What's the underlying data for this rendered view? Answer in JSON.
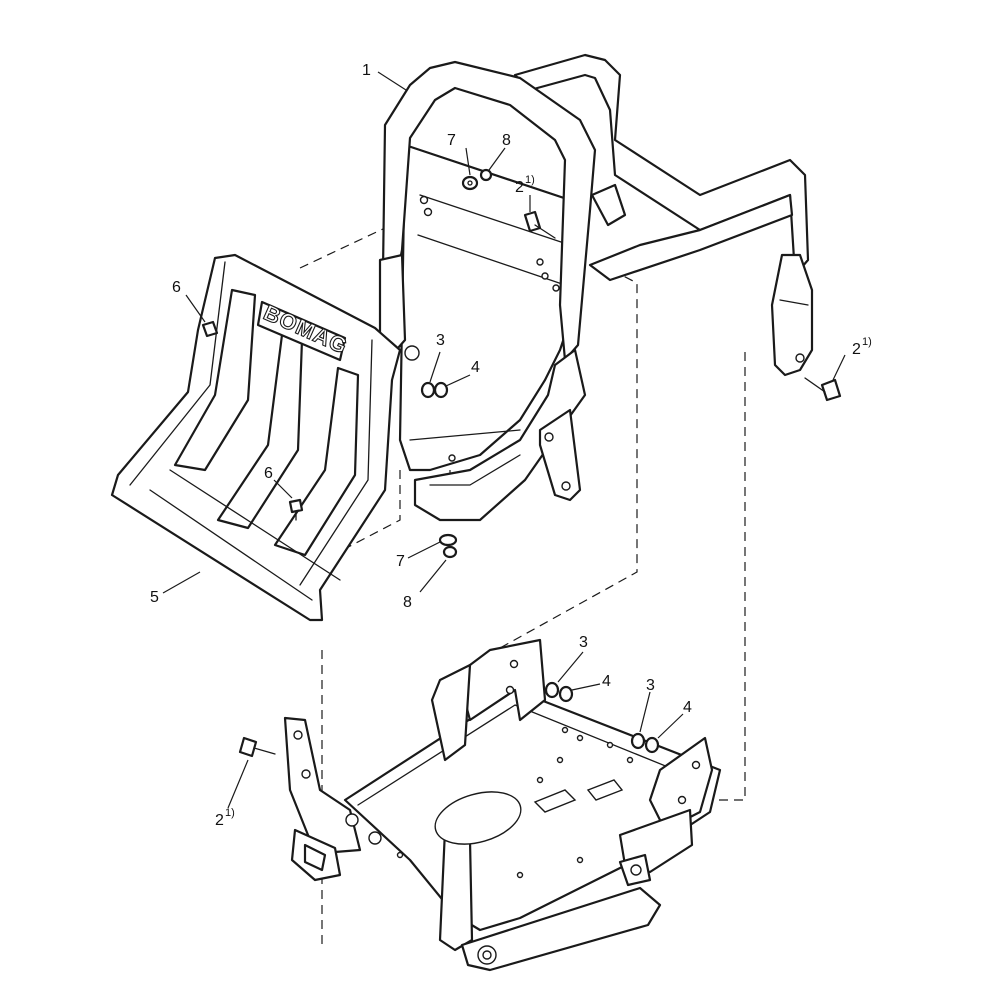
{
  "diagram": {
    "logo_text": "BOMAG",
    "callouts": [
      {
        "id": "c1",
        "label": "1",
        "sup": ""
      },
      {
        "id": "c2a",
        "label": "2",
        "sup": "1)"
      },
      {
        "id": "c2b",
        "label": "2",
        "sup": "1)"
      },
      {
        "id": "c2c",
        "label": "2",
        "sup": "1)"
      },
      {
        "id": "c3a",
        "label": "3",
        "sup": ""
      },
      {
        "id": "c3b",
        "label": "3",
        "sup": ""
      },
      {
        "id": "c3c",
        "label": "3",
        "sup": ""
      },
      {
        "id": "c4a",
        "label": "4",
        "sup": ""
      },
      {
        "id": "c4b",
        "label": "4",
        "sup": ""
      },
      {
        "id": "c4c",
        "label": "4",
        "sup": ""
      },
      {
        "id": "c5",
        "label": "5",
        "sup": ""
      },
      {
        "id": "c6a",
        "label": "6",
        "sup": ""
      },
      {
        "id": "c6b",
        "label": "6",
        "sup": ""
      },
      {
        "id": "c7a",
        "label": "7",
        "sup": ""
      },
      {
        "id": "c7b",
        "label": "7",
        "sup": ""
      },
      {
        "id": "c8a",
        "label": "8",
        "sup": ""
      },
      {
        "id": "c8b",
        "label": "8",
        "sup": ""
      }
    ]
  }
}
